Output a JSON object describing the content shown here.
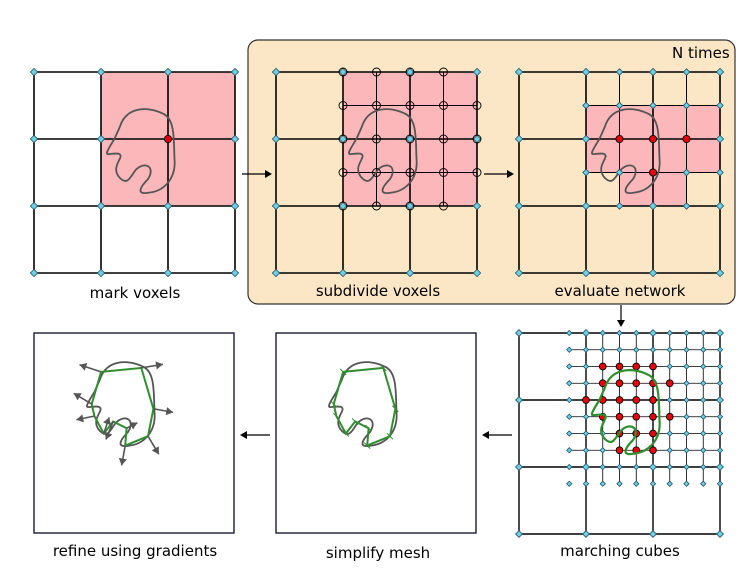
{
  "banner": {
    "label": "N times"
  },
  "steps": [
    {
      "label": "mark voxels"
    },
    {
      "label": "subdivide voxels"
    },
    {
      "label": "evaluate network"
    },
    {
      "label": "marching cubes"
    },
    {
      "label": "simplify mesh"
    },
    {
      "label": "refine using gradients"
    }
  ],
  "colors": {
    "panel_bg": "#fbe7c5",
    "highlight": "#fbb7b9",
    "vertex": "#6fcfe3",
    "inside": "#e8000b",
    "curve": "#555555",
    "mesh": "#2f8f2f",
    "frame": "#1a1a3a"
  }
}
